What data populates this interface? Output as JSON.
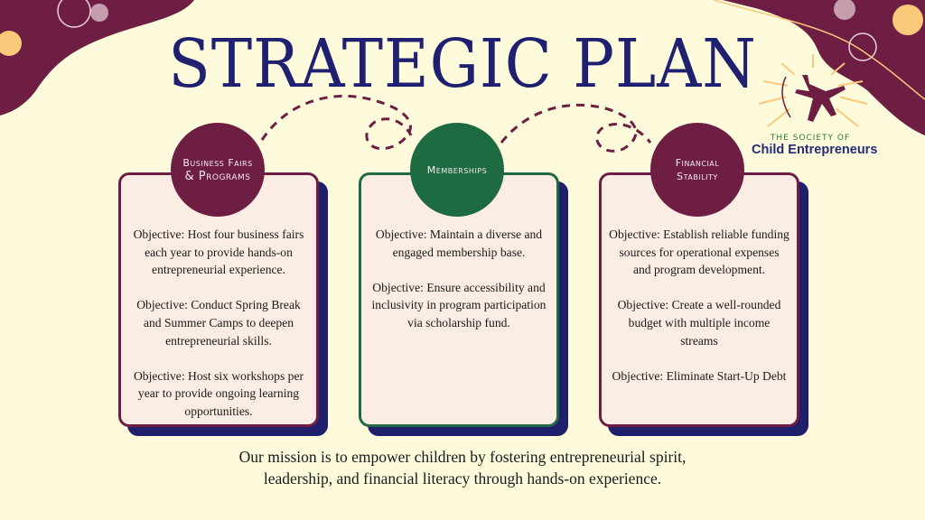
{
  "title": "STRATEGIC PLAN",
  "colors": {
    "background": "#fdfbdc",
    "maroon": "#6e1e42",
    "green": "#1e6b42",
    "navy": "#1f1f6b",
    "card": "#fbede3"
  },
  "cards": [
    {
      "heading_line1": "Business Fairs",
      "heading_line2": "& Programs",
      "objectives": [
        "Objective: Host four business fairs each year to provide hands-on entrepreneurial experience.",
        "Objective: Conduct Spring Break and Summer Camps to deepen entrepreneurial skills.",
        "Objective: Host six workshops per year to provide ongoing learning opportunities."
      ]
    },
    {
      "heading_line1": "Memberships",
      "heading_line2": "",
      "objectives": [
        "Objective: Maintain a diverse and engaged membership base.",
        "Objective: Ensure accessibility and inclusivity in program participation via scholarship fund."
      ]
    },
    {
      "heading_line1": "Financial",
      "heading_line2": "Stability",
      "objectives": [
        "Objective: Establish reliable funding sources for operational expenses and program development.",
        "Objective: Create a well-rounded budget with multiple income streams",
        "Objective: Eliminate Start-Up Debt"
      ]
    }
  ],
  "logo": {
    "small": "THE SOCIETY OF",
    "big": "Child Entrepreneurs"
  },
  "mission": {
    "line1": "Our mission is to empower children by fostering entrepreneurial spirit,",
    "line2": "leadership, and financial literacy through hands-on experience."
  }
}
